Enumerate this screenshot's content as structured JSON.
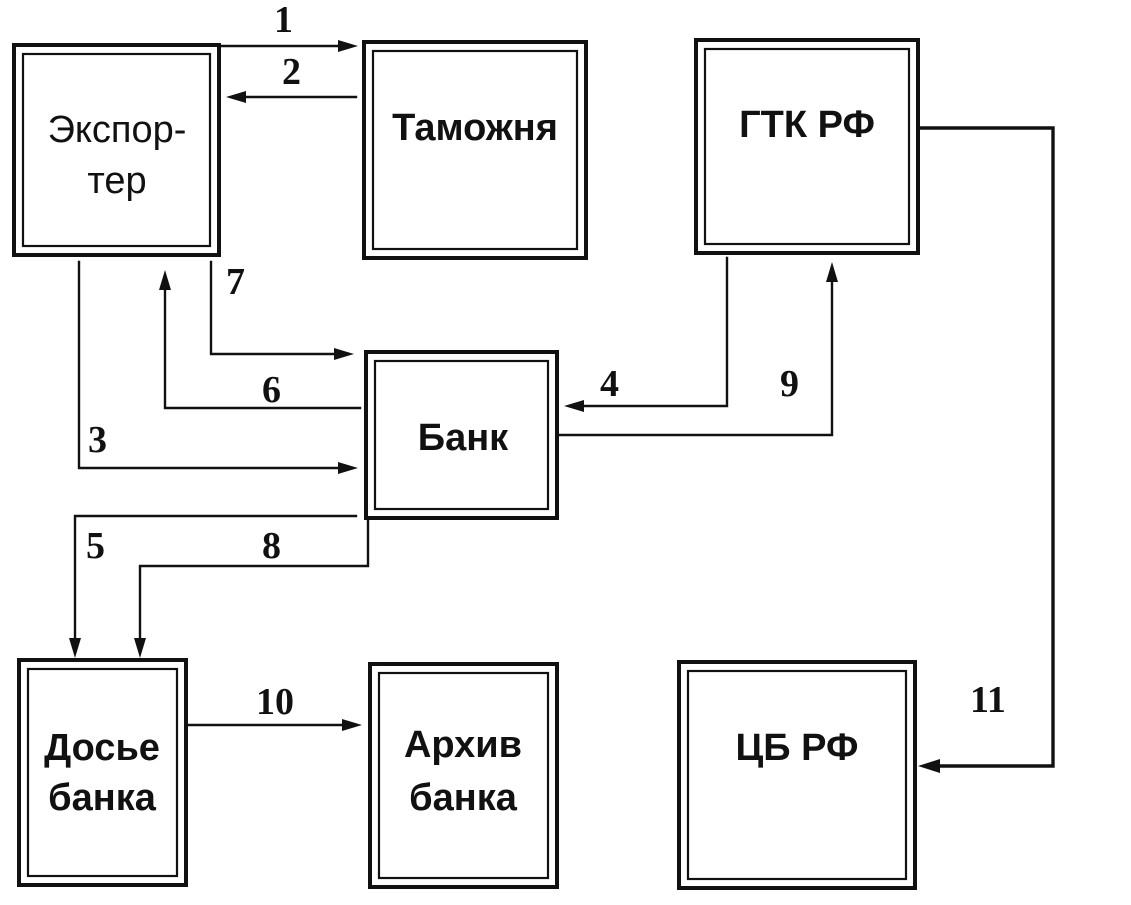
{
  "diagram": {
    "nodes": {
      "exporter": {
        "line1": "Экспор-",
        "line2": "тер"
      },
      "customs": {
        "label": "Таможня"
      },
      "gtk": {
        "label": "ГТК РФ"
      },
      "bank": {
        "label": "Банк"
      },
      "dossier": {
        "line1": "Досье",
        "line2": "банка"
      },
      "archive": {
        "line1": "Архив",
        "line2": "банка"
      },
      "cb": {
        "label": "ЦБ РФ"
      }
    },
    "edges": [
      {
        "label": "1",
        "from": "exporter",
        "to": "customs"
      },
      {
        "label": "2",
        "from": "customs",
        "to": "exporter"
      },
      {
        "label": "3",
        "from": "exporter",
        "to": "bank"
      },
      {
        "label": "4",
        "from": "gtk",
        "to": "bank"
      },
      {
        "label": "5",
        "from": "bank",
        "to": "dossier"
      },
      {
        "label": "6",
        "from": "bank",
        "to": "exporter"
      },
      {
        "label": "7",
        "from": "exporter",
        "to": "bank"
      },
      {
        "label": "8",
        "from": "bank",
        "to": "dossier"
      },
      {
        "label": "9",
        "from": "bank",
        "to": "gtk"
      },
      {
        "label": "10",
        "from": "dossier",
        "to": "archive"
      },
      {
        "label": "11",
        "from": "gtk",
        "to": "cb"
      }
    ]
  }
}
